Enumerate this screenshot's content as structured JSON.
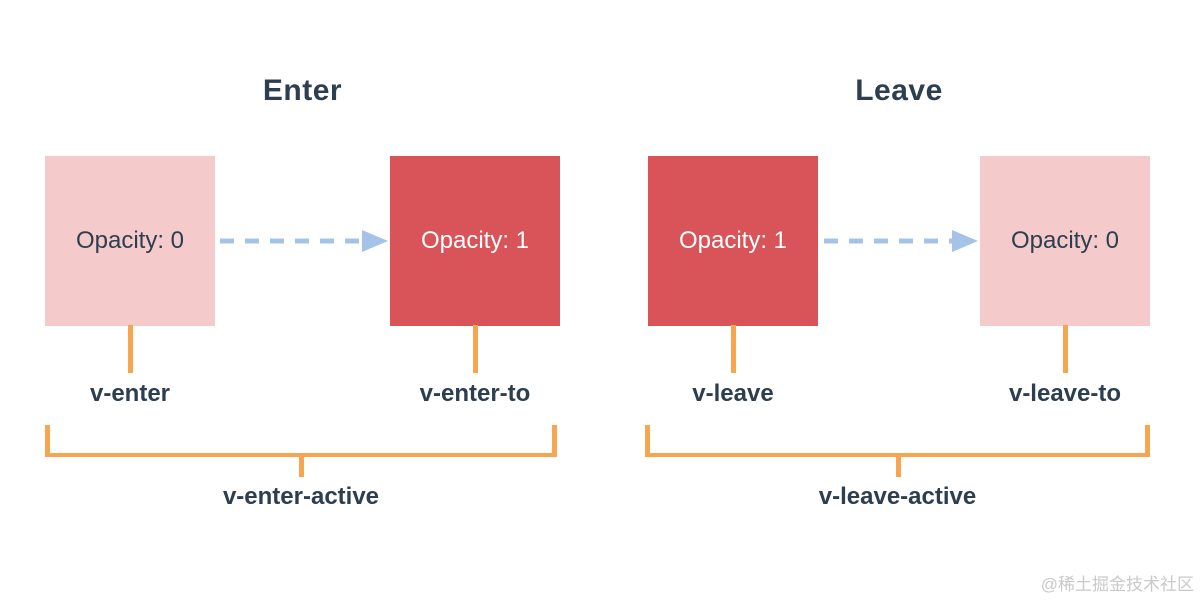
{
  "sections": [
    {
      "title": "Enter",
      "start_box": {
        "label": "Opacity: 0"
      },
      "end_box": {
        "label": "Opacity: 1"
      },
      "start_class": "v-enter",
      "end_class": "v-enter-to",
      "active_class": "v-enter-active"
    },
    {
      "title": "Leave",
      "start_box": {
        "label": "Opacity: 1"
      },
      "end_box": {
        "label": "Opacity: 0"
      },
      "start_class": "v-leave",
      "end_class": "v-leave-to",
      "active_class": "v-leave-active"
    }
  ],
  "colors": {
    "box_faded": "#f4caca",
    "box_solid": "#d95459",
    "arrow_blue": "#a4c3e7",
    "bracket_orange": "#f7a54f",
    "text_dark": "#2c3e50",
    "text_light": "#ffffff",
    "watermark_gray": "#c9c9c9"
  },
  "watermark": "@稀土掘金技术社区"
}
